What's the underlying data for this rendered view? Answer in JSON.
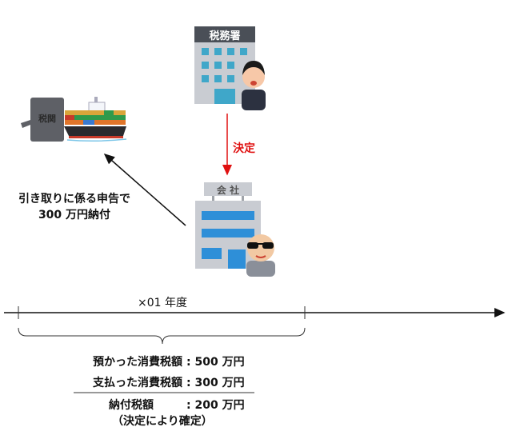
{
  "tax_office": {
    "sign": "税務署"
  },
  "company": {
    "sign": "会 社"
  },
  "customs": {
    "label": "税関"
  },
  "decision_arrow": {
    "label": "決定",
    "color": "#e01010"
  },
  "payment_arrow": {
    "line1": "引き取りに係る申告で",
    "line2": "300 万円納付"
  },
  "timeline": {
    "period_label": "×01 年度"
  },
  "calculation": {
    "rows": [
      {
        "label": "預かった消費税額",
        "value": ": 500 万円"
      },
      {
        "label": "支払った消費税額",
        "value": ": 300 万円"
      }
    ],
    "total": {
      "label": "納付税額",
      "value": ": 200 万円"
    },
    "note": "（決定により確定）"
  }
}
